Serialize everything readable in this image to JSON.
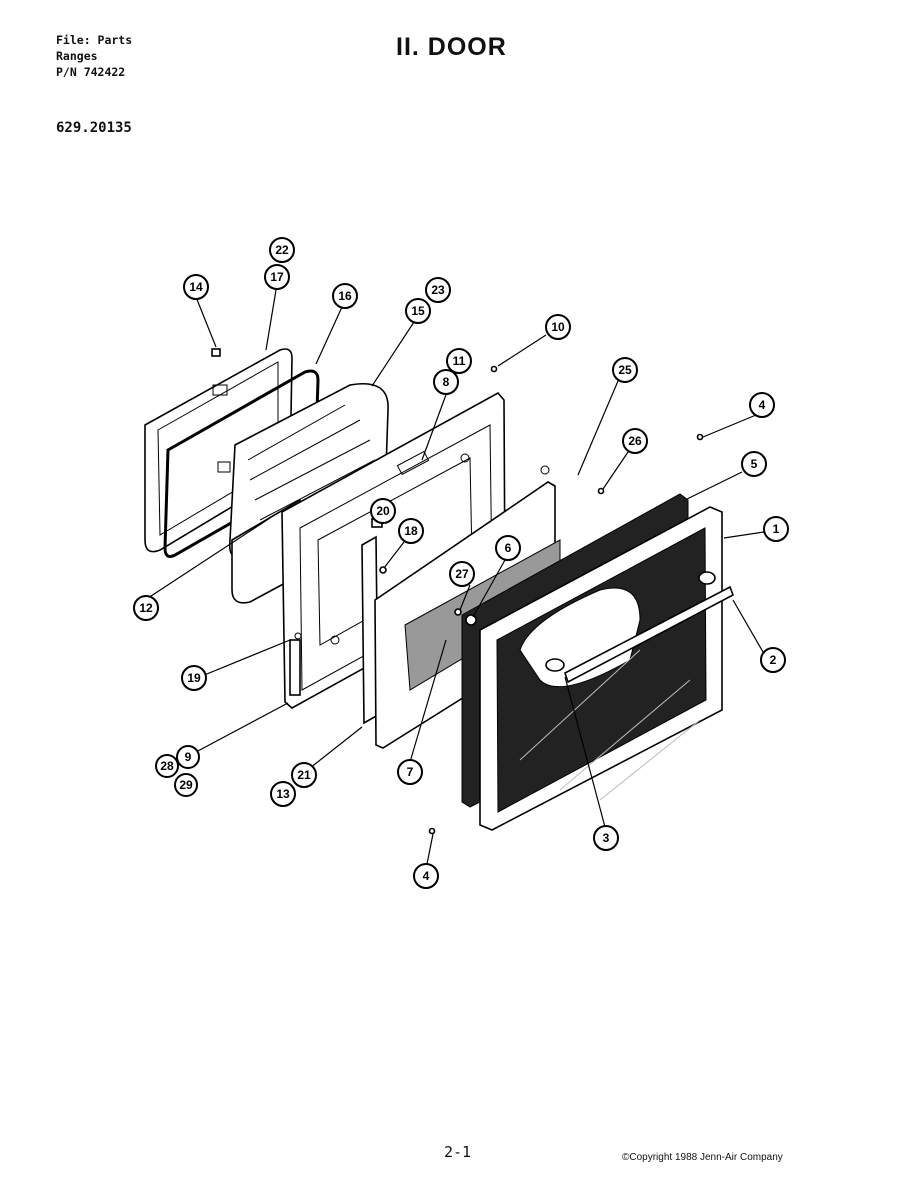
{
  "header": {
    "file_line": "File: Parts",
    "category_line": "Ranges",
    "pn_line": "P/N 742422",
    "model": "629.20135",
    "title": "II. DOOR"
  },
  "footer": {
    "page": "2-1",
    "copyright": "©Copyright 1988 Jenn-Air Company"
  },
  "callouts": [
    "1",
    "2",
    "3",
    "4",
    "4",
    "5",
    "6",
    "7",
    "8",
    "9",
    "10",
    "11",
    "12",
    "13",
    "14",
    "15",
    "16",
    "17",
    "18",
    "19",
    "20",
    "21",
    "22",
    "23",
    "25",
    "26",
    "27",
    "28",
    "29"
  ]
}
